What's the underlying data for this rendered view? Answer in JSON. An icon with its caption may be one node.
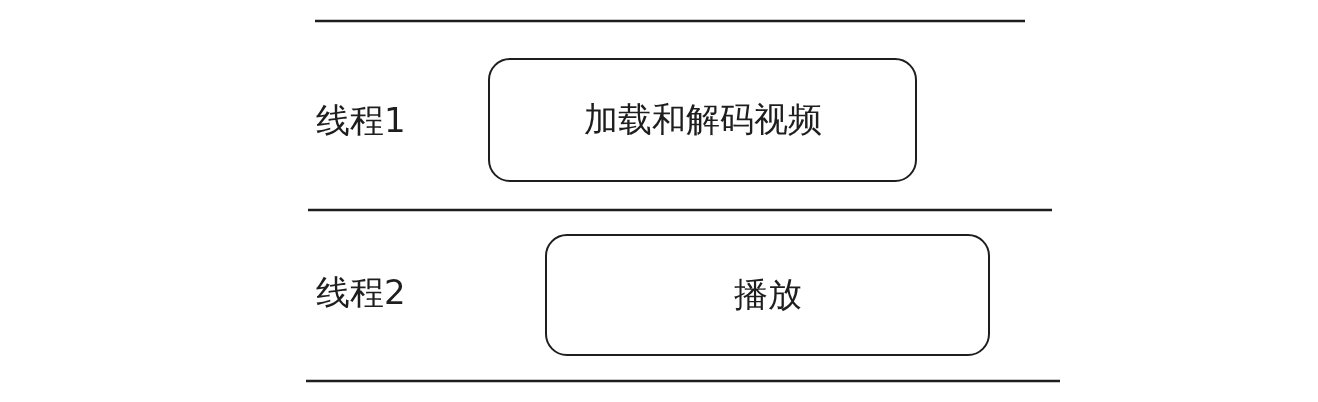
{
  "diagram": {
    "nodes": [
      {
        "text": [
          "加载和解码视频"
        ]
      },
      {
        "text": [
          "播放"
        ]
      }
    ],
    "labels": [
      "线程1",
      "线程2"
    ]
  }
}
